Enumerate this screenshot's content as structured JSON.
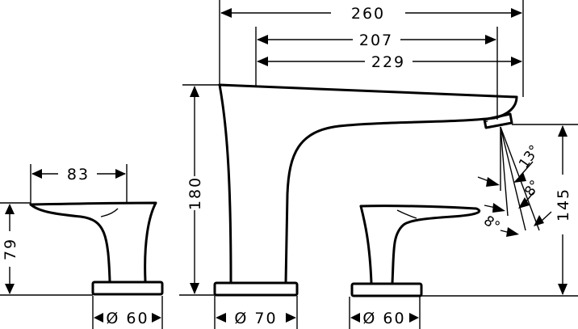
{
  "drawing": {
    "type": "technical dimension drawing",
    "subject": "3-hole basin mixer (spout + two handles)",
    "units": "mm",
    "colors": {
      "line": "#000000",
      "background": "#ffffff"
    }
  },
  "dimensions": {
    "spout_total_length": "260",
    "spout_reach_207": "207",
    "spout_reach_229": "229",
    "spout_height": "180",
    "outlet_height": "145",
    "spout_base_diameter": "Ø 70",
    "handle_length": "83",
    "handle_height": "79",
    "left_handle_base_diameter": "Ø 60",
    "right_handle_base_diameter": "Ø 60"
  },
  "angles": {
    "angle_13": "13°",
    "angle_8_upper": "8°",
    "angle_8_lower": "8°"
  }
}
